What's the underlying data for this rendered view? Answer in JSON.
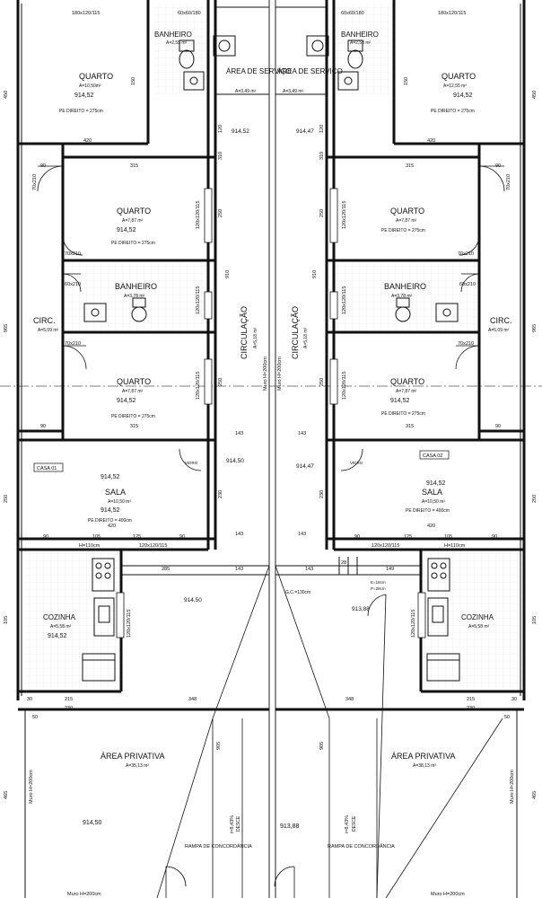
{
  "left": {
    "dims": {
      "top_window": "180x120/115",
      "wc_window": "60x60/180",
      "height_450": "450",
      "height_150": "150",
      "height_965": "965",
      "height_250": "250",
      "height_105": "105",
      "width_420a": "420",
      "width_315a": "315",
      "width_90a": "90",
      "door_70_210_top": "70x210",
      "door_60_210": "60x210",
      "door_70_210_mid": "70x210",
      "door_70_210_bot": "70x210",
      "width_315b": "315",
      "width_90b": "90",
      "width_420b": "420",
      "width_90c": "90",
      "width_105": "105",
      "width_125": "125",
      "width_90d": "90",
      "janela_1": "120x120/115",
      "janela_2": "120x120/115",
      "janela_3": "120x120/115",
      "janela_4": "120x120/115",
      "h_110": "H=110cm",
      "width_285": "285",
      "width_215": "215",
      "width_230": "230",
      "width_348": "348",
      "width_30": "30",
      "width_50": "50",
      "height_465": "465",
      "muro_left": "Muro H=200cm",
      "muro_bottom": "Muro H=200cm",
      "window_120": "120x120/115",
      "d_143a": "143",
      "d_143b": "143",
      "d_143c": "143",
      "d_120": "120",
      "d_310": "310",
      "d_250a": "250",
      "d_250b": "250",
      "d_230": "230",
      "d_910": "910",
      "d_905": "905",
      "muro_center": "Muro H=200cm"
    },
    "quarto1": {
      "name": "QUARTO",
      "area": "A=10,50m²",
      "level": "914,52",
      "pe_direito": "PE DIREITO = 275cm"
    },
    "banheiro1": {
      "name": "BANHEIRO",
      "area": "A=2,55 m²"
    },
    "servico": {
      "name": "ÁREA DE SERVIÇO",
      "area": "A=3,49 m²"
    },
    "level_corridor": "914,52",
    "quarto2": {
      "name": "QUARTO",
      "area": "A=7,87 m²",
      "level": "914,52",
      "pe_direito": "PE DIREITO = 275cm"
    },
    "banheiro2": {
      "name": "BANHEIRO",
      "area": "A=3,78 m²"
    },
    "circ": {
      "name": "CIRC.",
      "area": "A=5,09 m²"
    },
    "circulacao": {
      "name": "CIRCULAÇÃO",
      "area": "A=5,18 m²"
    },
    "quarto3": {
      "name": "QUARTO",
      "area": "A=7,87 m²",
      "level": "914,52",
      "pe_direito": "PE DIREITO = 275cm"
    },
    "casa_tag": "CASA 01",
    "sala": {
      "name": "SALA",
      "area": "A=10,50 m²",
      "level": "914,52",
      "level2": "914,52",
      "pe_direito": "PE DIREITO = 400cm"
    },
    "level_sala_right": "914,50",
    "vidro": "VIDRO",
    "cozinha": {
      "name": "COZINHA",
      "area": "A=5,58 m²",
      "level": "914,52"
    },
    "level_cozinha_door": "914,50",
    "area_privativa": {
      "name": "ÁREA PRIVATIVA",
      "area": "A=35,13 m²",
      "level": "914,50"
    },
    "rampa": "RAMPA DE CONCORDÂNCIA",
    "rampa_slope": "i=8,43%",
    "desce": "DESCE"
  },
  "right": {
    "dims": {
      "top_window": "180x120/115",
      "wc_window": "60x60/180",
      "height_450": "450",
      "height_150": "150",
      "height_965": "965",
      "height_250": "250",
      "height_105": "105",
      "width_420a": "420",
      "width_315a": "315",
      "width_90a": "90",
      "door_70_210_top": "70x210",
      "door_60_210": "60x210",
      "door_70_210_mid": "70x210",
      "door_70_210_bot": "70x210",
      "width_315b": "315",
      "width_90b": "90",
      "width_420b": "420",
      "width_90c": "90",
      "width_105": "105",
      "width_125": "125",
      "width_90d": "90",
      "janela_1": "120x120/115",
      "janela_2": "120x120/115",
      "janela_3": "120x120/115",
      "janela_4": "120x120/115",
      "h_110": "H=110cm",
      "width_149": "149",
      "width_28": "28",
      "width_215": "215",
      "width_230": "230",
      "width_348": "348",
      "width_30": "30",
      "width_50": "50",
      "height_465": "465",
      "muro_right": "Muro H=200cm",
      "muro_bottom": "Muro H=200cm",
      "window_120": "120x120/115",
      "d_143a": "143",
      "d_143b": "143",
      "d_143c": "143",
      "d_120": "120",
      "d_310": "310",
      "d_250a": "250",
      "d_250b": "250",
      "d_230": "230",
      "d_910": "910",
      "d_905": "905",
      "muro_center": "Muro H=200cm"
    },
    "quarto1": {
      "name": "QUARTO",
      "area": "A=12,55 m²",
      "level": "914,52",
      "pe_direito": "PE DIREITO = 275cm"
    },
    "banheiro1": {
      "name": "BANHEIRO",
      "area": "A=2,58 m²"
    },
    "servico": {
      "name": "ÁREA DE SERVIÇO",
      "area": "A=3,49 m²"
    },
    "level_corridor": "914,47",
    "quarto2": {
      "name": "QUARTO",
      "area": "A=7,87 m²",
      "pe_direito": "PE DIREITO = 275cm"
    },
    "banheiro2": {
      "name": "BANHEIRO",
      "area": "A=3,78 m²"
    },
    "circ": {
      "name": "CIRC.",
      "area": "A=5,09 m²"
    },
    "circulacao": {
      "name": "CIRCULAÇÃO",
      "area": "A=5,18 m²"
    },
    "quarto3": {
      "name": "QUARTO",
      "area": "A=7,87 m²",
      "level": "914,52",
      "pe_direito": "PE DIREITO = 275cm"
    },
    "casa_tag": "CASA 02",
    "sala": {
      "name": "SALA",
      "area": "A=10,50 m²",
      "level": "914,52",
      "pe_direito": "PE DIREITO = 400cm"
    },
    "level_sala_left": "914,47",
    "vidro": "VIDRO",
    "gc": "G.C.=130cm",
    "degrau_e": "E=18cm",
    "degrau_p": "P=28cm",
    "level_garage": "913,88",
    "cozinha": {
      "name": "COZINHA",
      "area": "A=5,58 m²"
    },
    "area_privativa": {
      "name": "ÁREA PRIVATIVA",
      "area": "A=38,13 m²",
      "level": "913,88"
    },
    "rampa": "RAMPA DE CONCORDÂNCIA",
    "rampa_slope": "i=8,43%",
    "desce": "DESCE"
  }
}
